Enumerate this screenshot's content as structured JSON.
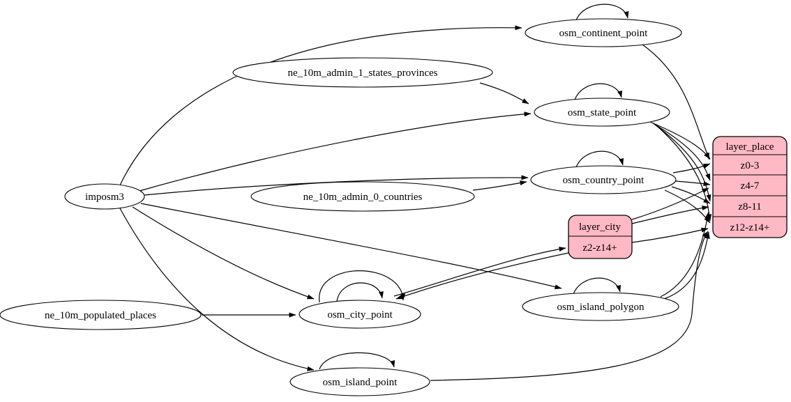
{
  "diagram": {
    "type": "etl-dependency-graph",
    "colors": {
      "background": "#ffffff",
      "table_fill": "#ffffff",
      "layer_fill": "#ffb9c4",
      "stroke": "#000000",
      "text": "#000000"
    },
    "nodes": {
      "imposm3": {
        "label": "imposm3",
        "shape": "ellipse"
      },
      "ne_10m_admin_1_states_provinces": {
        "label": "ne_10m_admin_1_states_provinces",
        "shape": "ellipse"
      },
      "ne_10m_admin_0_countries": {
        "label": "ne_10m_admin_0_countries",
        "shape": "ellipse"
      },
      "ne_10m_populated_places": {
        "label": "ne_10m_populated_places",
        "shape": "ellipse"
      },
      "osm_continent_point": {
        "label": "osm_continent_point",
        "shape": "ellipse",
        "self_loop": true
      },
      "osm_state_point": {
        "label": "osm_state_point",
        "shape": "ellipse",
        "self_loop": true
      },
      "osm_country_point": {
        "label": "osm_country_point",
        "shape": "ellipse",
        "self_loop": true
      },
      "osm_city_point": {
        "label": "osm_city_point",
        "shape": "ellipse",
        "self_loop": true,
        "self_loop_count": 2
      },
      "osm_island_polygon": {
        "label": "osm_island_polygon",
        "shape": "ellipse",
        "self_loop": true
      },
      "osm_island_point": {
        "label": "osm_island_point",
        "shape": "ellipse",
        "self_loop": true
      }
    },
    "records": {
      "layer_city": {
        "title": "layer_city",
        "rows": [
          "z2-z14+"
        ]
      },
      "layer_place": {
        "title": "layer_place",
        "rows": [
          "z0-3",
          "z4-7",
          "z8-11",
          "z12-z14+"
        ]
      }
    },
    "edges": [
      {
        "from": "imposm3",
        "to": "osm_continent_point"
      },
      {
        "from": "imposm3",
        "to": "osm_state_point"
      },
      {
        "from": "imposm3",
        "to": "osm_country_point"
      },
      {
        "from": "imposm3",
        "to": "osm_city_point"
      },
      {
        "from": "imposm3",
        "to": "osm_island_polygon"
      },
      {
        "from": "imposm3",
        "to": "osm_island_point"
      },
      {
        "from": "ne_10m_admin_1_states_provinces",
        "to": "osm_state_point"
      },
      {
        "from": "ne_10m_admin_0_countries",
        "to": "osm_country_point"
      },
      {
        "from": "ne_10m_populated_places",
        "to": "osm_city_point"
      },
      {
        "from": "osm_continent_point",
        "to": "osm_continent_point"
      },
      {
        "from": "osm_state_point",
        "to": "osm_state_point"
      },
      {
        "from": "osm_country_point",
        "to": "osm_country_point"
      },
      {
        "from": "osm_city_point",
        "to": "osm_city_point"
      },
      {
        "from": "osm_city_point",
        "to": "osm_city_point"
      },
      {
        "from": "osm_island_polygon",
        "to": "osm_island_polygon"
      },
      {
        "from": "osm_island_point",
        "to": "osm_island_point"
      },
      {
        "from": "osm_city_point",
        "to": "layer_city:z2-z14+"
      },
      {
        "from": "layer_city:z2-z14+",
        "to": "osm_city_point"
      },
      {
        "from": "osm_continent_point",
        "to": "layer_place:z0-3"
      },
      {
        "from": "osm_country_point",
        "to": "layer_place:z0-3"
      },
      {
        "from": "osm_country_point",
        "to": "layer_place:z4-7"
      },
      {
        "from": "osm_country_point",
        "to": "layer_place:z8-11"
      },
      {
        "from": "osm_country_point",
        "to": "layer_place:z12-z14+"
      },
      {
        "from": "osm_state_point",
        "to": "layer_place:z0-3"
      },
      {
        "from": "osm_state_point",
        "to": "layer_place:z4-7"
      },
      {
        "from": "osm_state_point",
        "to": "layer_place:z8-11"
      },
      {
        "from": "osm_state_point",
        "to": "layer_place:z12-z14+"
      },
      {
        "from": "layer_city:z2-z14+",
        "to": "layer_place:z4-7"
      },
      {
        "from": "layer_city:z2-z14+",
        "to": "layer_place:z8-11"
      },
      {
        "from": "layer_city:z2-z14+",
        "to": "layer_place:z12-z14+"
      },
      {
        "from": "osm_island_polygon",
        "to": "layer_place:z8-11"
      },
      {
        "from": "osm_island_polygon",
        "to": "layer_place:z12-z14+"
      },
      {
        "from": "osm_island_point",
        "to": "layer_place:z12-z14+"
      }
    ]
  }
}
